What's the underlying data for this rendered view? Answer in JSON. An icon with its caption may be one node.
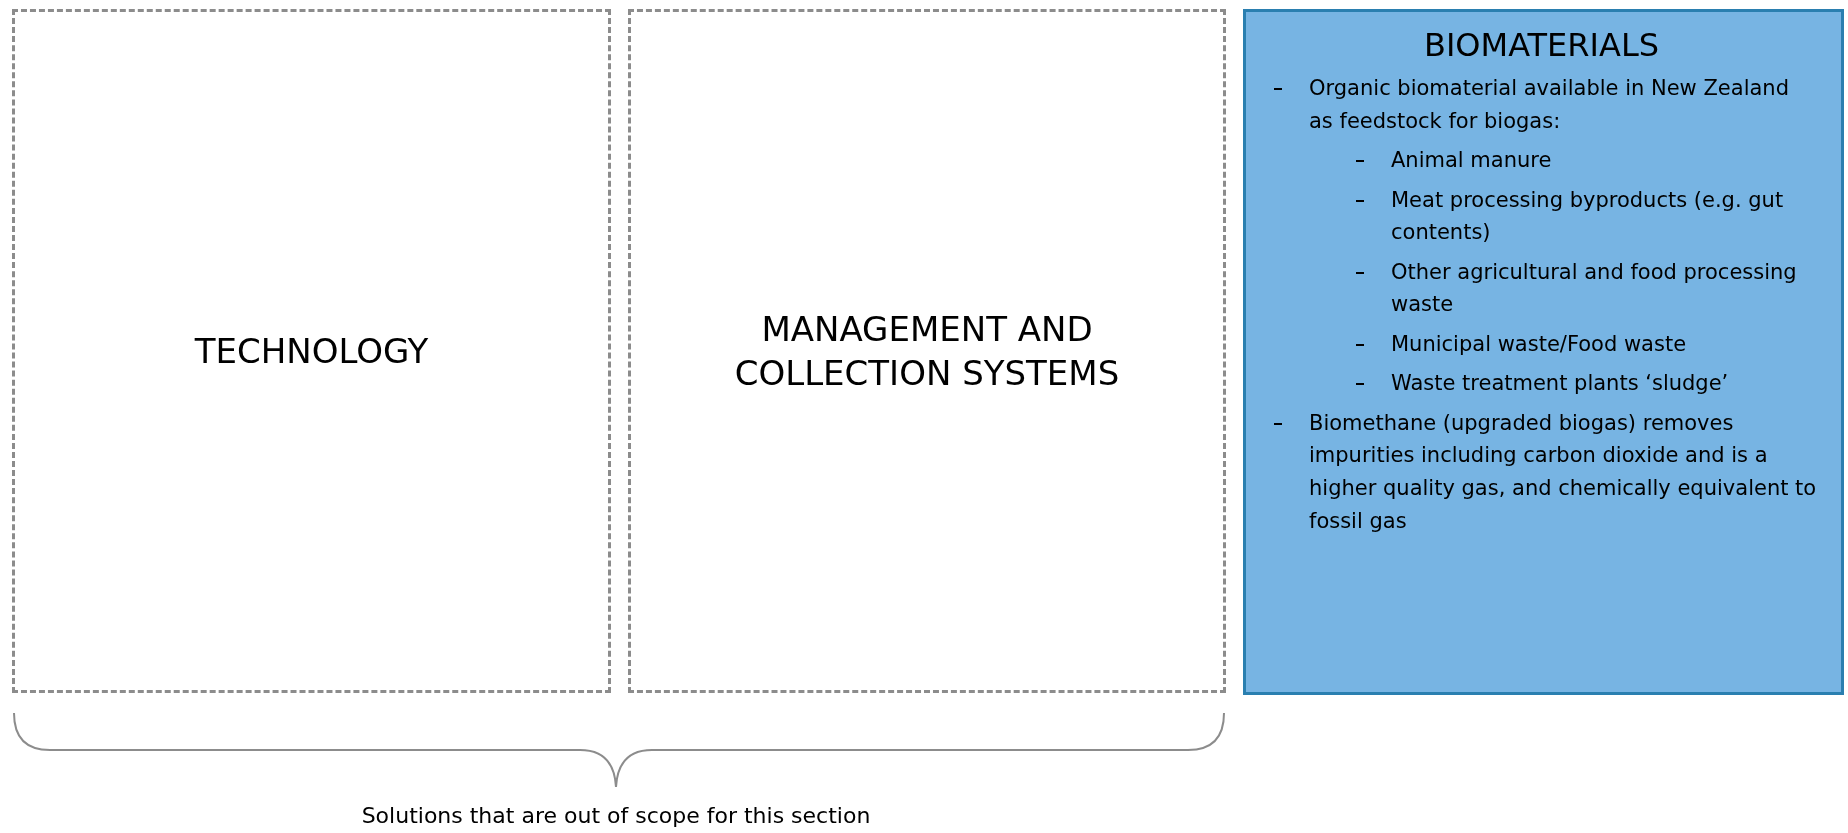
{
  "diagram": {
    "nodes": [
      {
        "text": [
          "TECHNOLOGY"
        ]
      },
      {
        "text": [
          "MANAGEMENT AND COLLECTION SYSTEMS"
        ]
      },
      {
        "text": [
          "BIOMATERIALS",
          "Organic biomaterial available in New Zealand as feedstock for biogas:",
          "Animal manure",
          "Meat processing byproducts (e.g. gut contents)",
          "Other agricultural and food processing waste",
          "Municipal waste/Food waste",
          "Waste treatment plants ‘sludge’",
          "Biomethane (upgraded biogas) removes impurities including carbon dioxide and is a higher quality gas, and chemically equivalent to fossil gas"
        ]
      }
    ],
    "edges": [],
    "labels": [
      "Solutions that are out of scope for this section"
    ]
  }
}
